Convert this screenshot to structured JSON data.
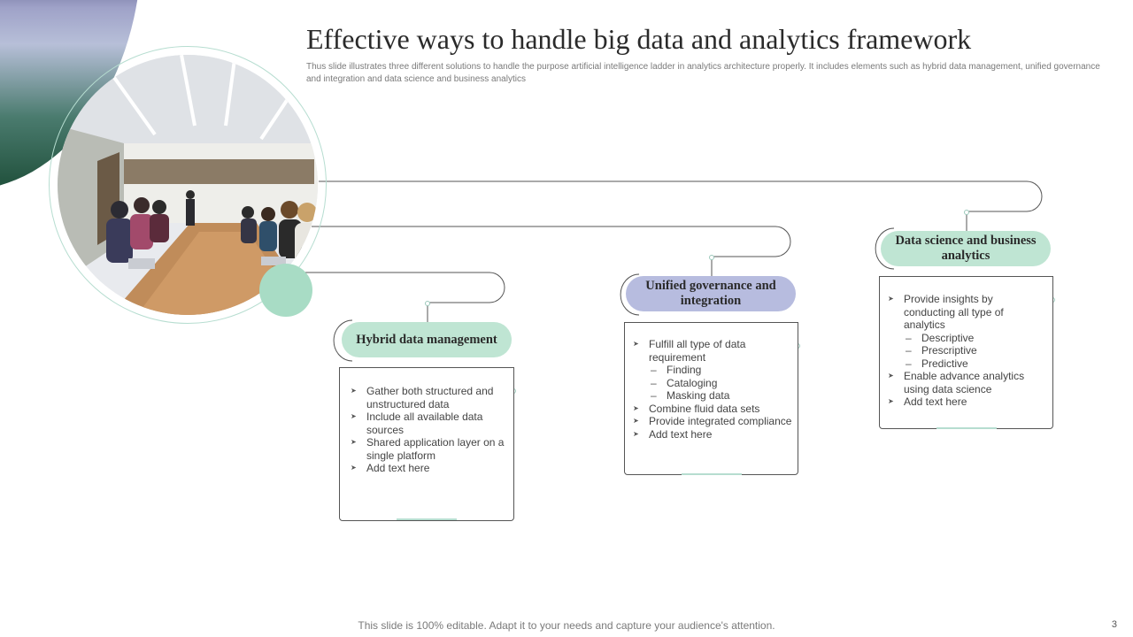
{
  "slide": {
    "title": "Effective ways to handle big data and analytics framework",
    "subtitle": "Thus slide illustrates three different solutions to handle the purpose artificial intelligence ladder in analytics architecture properly. It includes elements such as hybrid data management,  unified governance and integration and data science and business analytics",
    "footer": "This slide is 100% editable. Adapt it to your needs and capture your audience's attention.",
    "page_number": "3"
  },
  "colors": {
    "green_accent": "#bfe5d3",
    "blue_accent": "#b7bcdf",
    "circle_green": "#a8dcc5"
  },
  "steps": [
    {
      "heading": "Hybrid data management",
      "bullets": [
        {
          "text": "Gather both structured and unstructured data",
          "level": 1
        },
        {
          "text": "Include all available data sources",
          "level": 1
        },
        {
          "text": "Shared application layer on a single platform",
          "level": 1
        },
        {
          "text": "Add text here",
          "level": 1
        }
      ]
    },
    {
      "heading": "Unified governance and integration",
      "bullets": [
        {
          "text": "Fulfill all type of data requirement",
          "level": 1
        },
        {
          "text": "Finding",
          "level": 2
        },
        {
          "text": "Cataloging",
          "level": 2
        },
        {
          "text": "Masking data",
          "level": 2
        },
        {
          "text": "Combine fluid data sets",
          "level": 1
        },
        {
          "text": "Provide integrated compliance",
          "level": 1
        },
        {
          "text": "Add text here",
          "level": 1
        }
      ]
    },
    {
      "heading": "Data science and business analytics",
      "bullets": [
        {
          "text": "Provide insights by conducting all type of analytics",
          "level": 1
        },
        {
          "text": "Descriptive",
          "level": 2
        },
        {
          "text": "Prescriptive",
          "level": 2
        },
        {
          "text": "Predictive",
          "level": 2
        },
        {
          "text": "Enable advance analytics using data science",
          "level": 1
        },
        {
          "text": "Add text here",
          "level": 1
        }
      ]
    }
  ],
  "icons": {
    "bullet": "arrowhead-bullet-icon",
    "sub_bullet": "dash-bullet-icon"
  }
}
